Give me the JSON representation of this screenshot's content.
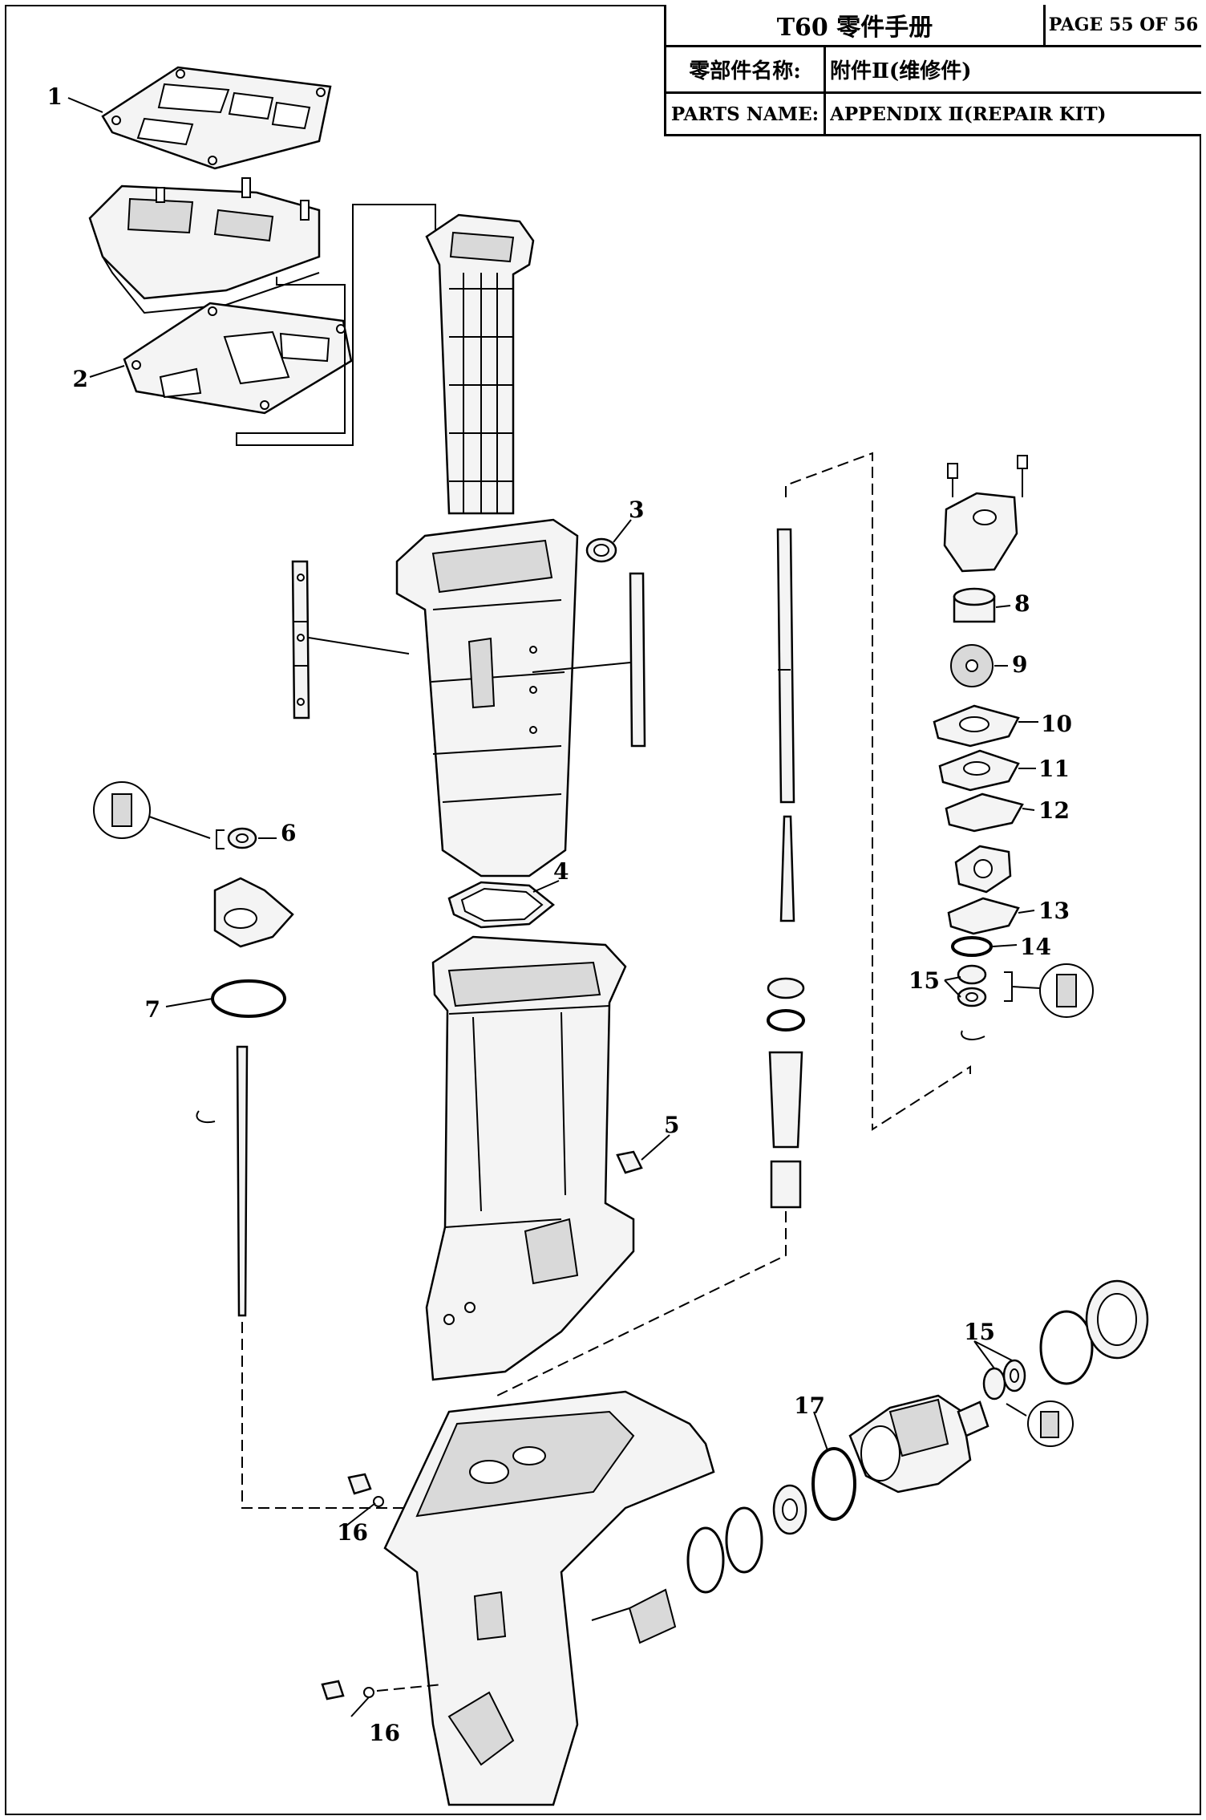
{
  "header": {
    "model_title": "T60 零件手册",
    "page_label": "PAGE 55 OF 56",
    "name_cn_label": "零部件名称:",
    "name_cn_value": "附件Ⅱ(维修件)",
    "name_en_label": "PARTS NAME:",
    "name_en_value": "APPENDIX Ⅱ(REPAIR KIT)"
  },
  "callouts": [
    "1",
    "2",
    "3",
    "4",
    "5",
    "6",
    "7",
    "8",
    "9",
    "10",
    "11",
    "12",
    "13",
    "14",
    "15",
    "15",
    "16",
    "16",
    "17"
  ],
  "colors": {
    "line": "#000000",
    "part_fill": "#f4f4f4",
    "part_shade": "#d9d9d9",
    "background": "#ffffff"
  }
}
